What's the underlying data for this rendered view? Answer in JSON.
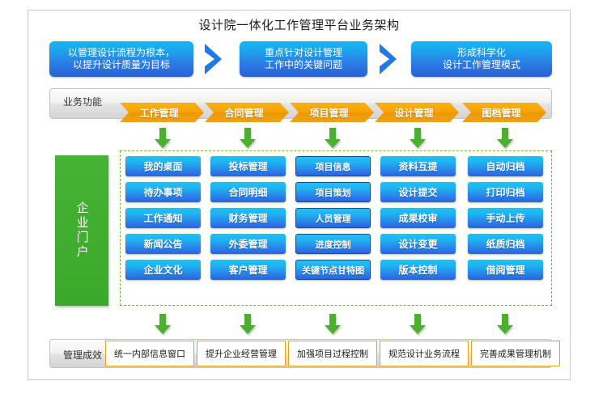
{
  "title": "设计院一体化工作管理平台业务架构",
  "strategy": {
    "goals": [
      {
        "line1": "以管理设计流程为根本，",
        "line2": "以提升设计质量为目标"
      },
      {
        "line1": "重点针对设计管理",
        "line2": "工作中的关键问题"
      },
      {
        "line1": "形成科学化",
        "line2": "设计工作管理模式"
      }
    ],
    "separator_icon": "chevron-right-icon"
  },
  "business_functions": {
    "label": "业务功能",
    "chevrons": [
      {
        "label": "工作管理"
      },
      {
        "label": "合同管理"
      },
      {
        "label": "项目管理"
      },
      {
        "label": "设计管理"
      },
      {
        "label": "图档管理"
      }
    ]
  },
  "portal": {
    "label": "企业门户"
  },
  "modules": {
    "columns": [
      {
        "parent": "工作管理",
        "bordered": false,
        "items": [
          "我的桌面",
          "待办事项",
          "工作通知",
          "新闻公告",
          "企业文化"
        ]
      },
      {
        "parent": "合同管理",
        "bordered": false,
        "items": [
          "投标管理",
          "合同明细",
          "财务管理",
          "外委管理",
          "客户管理"
        ]
      },
      {
        "parent": "项目管理",
        "bordered": true,
        "items": [
          "项目信息",
          "项目策划",
          "人员管理",
          "进度控制",
          "关键节点甘特图"
        ]
      },
      {
        "parent": "设计管理",
        "bordered": false,
        "items": [
          "资料互提",
          "设计提交",
          "成果校审",
          "设计变更",
          "版本控制"
        ]
      },
      {
        "parent": "图档管理",
        "bordered": false,
        "items": [
          "自动归档",
          "打印归档",
          "手动上传",
          "纸质归档",
          "借阅管理"
        ]
      }
    ]
  },
  "effects": {
    "label": "管理成效",
    "items": [
      "统一内部信息窗口",
      "提升企业经营管理",
      "加强项目过程控制",
      "规范设计业务流程",
      "完善成果管理机制"
    ]
  },
  "arrows": {
    "top_icon": "arrow-down-icon",
    "bottom_icon": "arrow-down-icon",
    "top_count": 5,
    "bottom_count": 5
  },
  "colors": {
    "accent_blue": "#2a7ae8",
    "accent_cyan": "#21c1f3",
    "accent_orange": "#f5a200",
    "accent_green": "#47b233",
    "effect_border": "#e8a317",
    "frame_border": "#c8c8c8"
  }
}
